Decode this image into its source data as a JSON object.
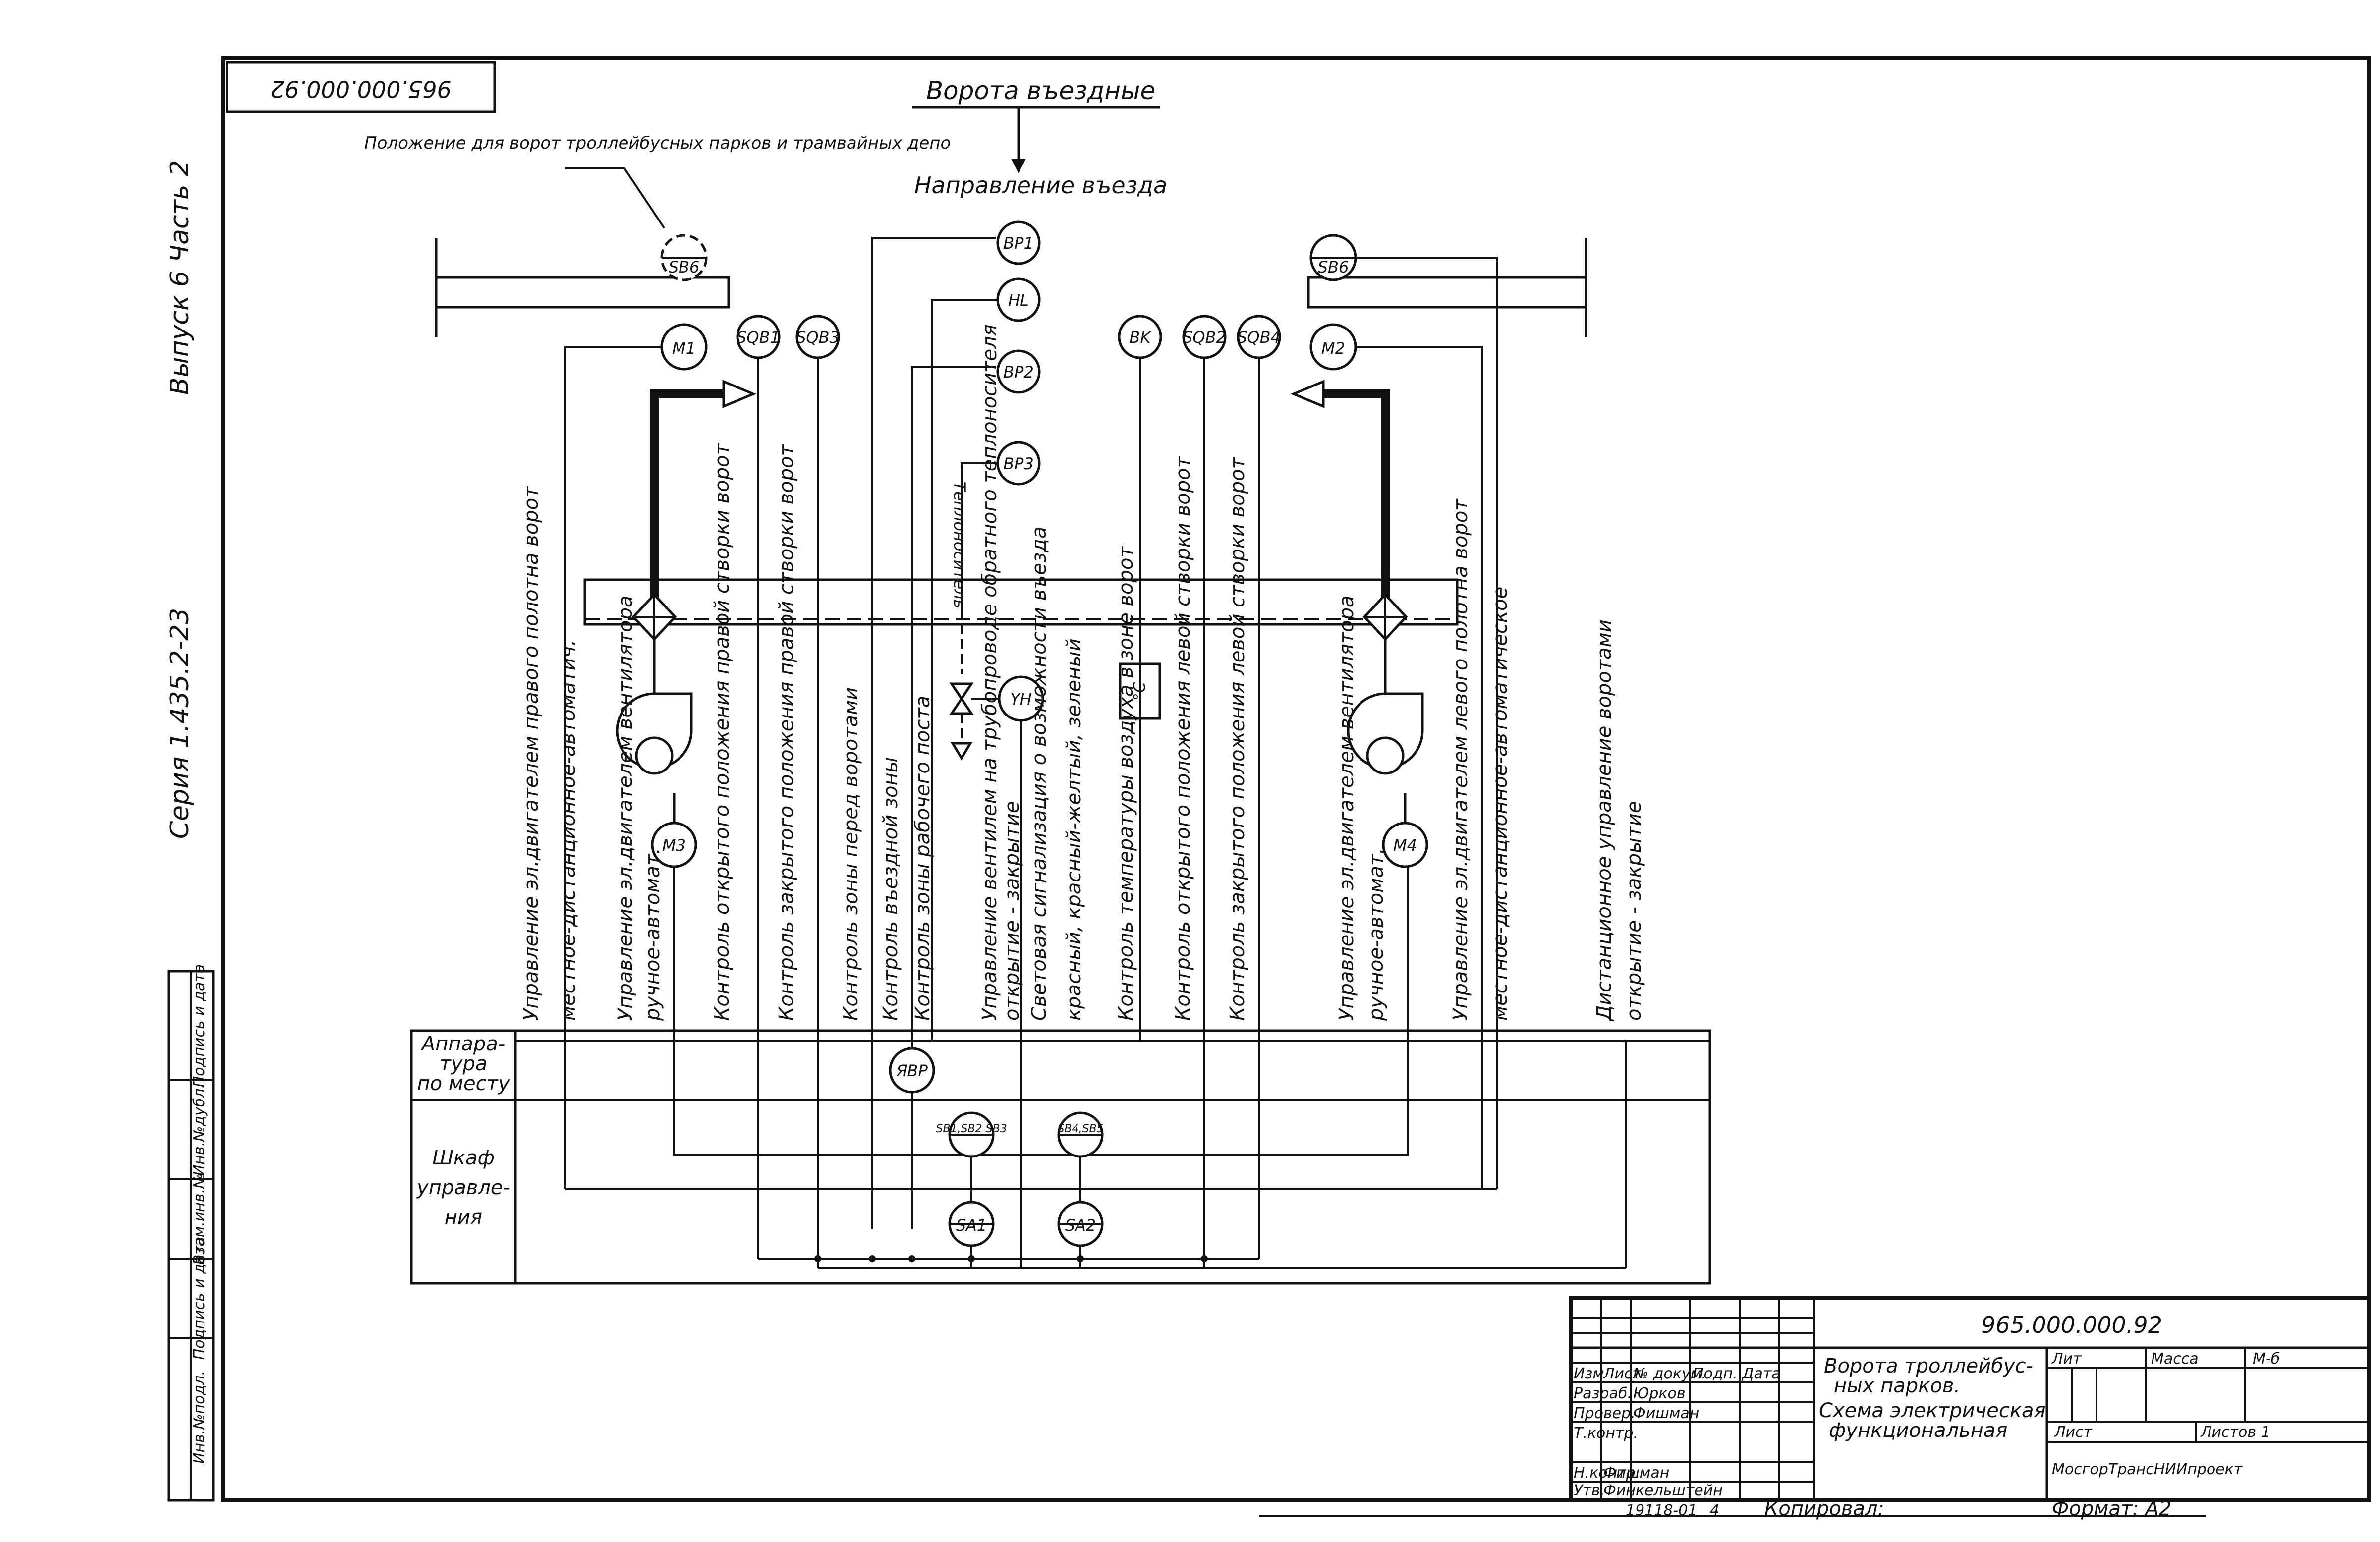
{
  "header": {
    "doc_number_mirrored": "965.000.000.92",
    "gate_title": "Ворота въездные",
    "direction_label": "Направление въезда",
    "note_label": "Положение для ворот троллейбусных парков и трамвайных депо"
  },
  "margin": {
    "series": "Серия 1.435.2-23",
    "issue": "Выпуск 6  Часть 2",
    "stamp_labels": [
      "Инв.№подл.",
      "Подпись и дата",
      "Взам.инв.№",
      "Инв.№дубл.",
      "Подпись и дата"
    ]
  },
  "devices": {
    "sb6_left": "SB6",
    "sb6_right": "SB6",
    "m1": "M1",
    "m2": "M2",
    "m3": "M3",
    "m4": "M4",
    "sqb1": "SQB1",
    "sqb3": "SQB3",
    "sqb2": "SQB2",
    "sqb4": "SQB4",
    "bp1": "BP1",
    "hl": "HL",
    "bp2": "BP2",
    "bp3": "BP3",
    "bk": "BK",
    "yh": "YH",
    "abp": "ЯВР",
    "sb13": "SB1,SB2 SB3",
    "sb45": "SB4,SB5",
    "sa1": "SA1",
    "sa2": "SA2",
    "coolant": "Теплоноситель",
    "temp_unit": "°C"
  },
  "functions": [
    "Управление эл.двигателем правого полотна ворот",
    "местное-дистанционное-автоматич.",
    "Управление эл.двигателем вентилятора",
    "ручное-автомат.",
    "Контроль открытого положения правой створки ворот",
    "Контроль закрытого положения правой створки ворот",
    "Контроль зоны перед воротами",
    "Контроль въездной зоны",
    "Контроль зоны рабочего поста",
    "Управление вентилем на трубопроводе обратного теплоносителя",
    "открытие - закрытие",
    "Световая сигнализация о возможности въезда",
    "красный, красный-желтый, зеленый",
    "Контроль температуры воздуха в зоне ворот",
    "Контроль открытого положения левой створки ворот",
    "Контроль закрытого положения левой створки ворот",
    "Управление эл.двигателем вентилятора",
    "ручное-автомат.",
    "Управление эл.двигателем левого полотна ворот",
    "местное-дистанционное-автоматическое",
    "Дистанционное управление воротами",
    "открытие - закрытие"
  ],
  "table": {
    "row1": [
      "Аппара-",
      "тура",
      "по месту"
    ],
    "row2": [
      "Шкаф",
      "управле-",
      "ния"
    ]
  },
  "title_block": {
    "doc_number": "965.000.000.92",
    "title_lines": [
      "Ворота троллейбус-",
      "ных парков.",
      "Схема электрическая",
      "функциональная"
    ],
    "col_heads": [
      "Изм",
      "Лист",
      "№ докум.",
      "Подп.",
      "Дата"
    ],
    "roles": [
      "Разраб.",
      "Провер.",
      "Т.контр.",
      "Н.контр.",
      "Утв."
    ],
    "names": [
      "Юрков",
      "Фишман",
      "Фишман",
      "Финкельштейн"
    ],
    "lit": "Лит",
    "mass": "Масса",
    "scale": "М-б",
    "sheet": "Лист",
    "sheets": "Листов 1",
    "org": "МосгорТрансНИИпроект",
    "copied": "Копировал:",
    "format": "Формат: А2",
    "code": "19118-01",
    "code_sheet": "4"
  }
}
